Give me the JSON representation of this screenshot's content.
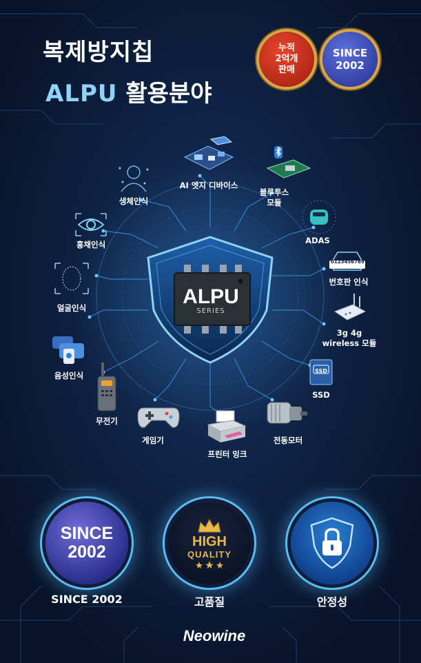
{
  "header": {
    "title_line1": "복제방지칩",
    "title_accent": "ALPU",
    "title_rest": "활용분야"
  },
  "badges": {
    "sales": {
      "line1": "누적",
      "line2": "2억개",
      "line3": "판매"
    },
    "since": {
      "line1": "SINCE",
      "line2": "2002"
    }
  },
  "chip": {
    "name": "ALPU",
    "sub": "SERIES"
  },
  "applications": {
    "ai_edge": "AI 엣지 디바이스",
    "bluetooth_line1": "블루투스",
    "bluetooth_line2": "모듈",
    "biometric": "생체인식",
    "adas": "ADAS",
    "iris": "홍채인식",
    "plate": "번호판 인식",
    "plate_number": "0123456789",
    "face": "얼굴인식",
    "wireless_line1": "3g 4g",
    "wireless_line2": "wireless 모듈",
    "voice": "음성인식",
    "ssd": "SSD",
    "ssd_chip_text": "SSD",
    "radio": "무전기",
    "motor": "전동모터",
    "game": "게임기",
    "printer": "프린터 잉크"
  },
  "features": {
    "since_big1": "SINCE",
    "since_big2": "2002",
    "since_caption": "SINCE 2002",
    "quality_big1": "HIGH",
    "quality_big2": "QUALITY",
    "quality_caption": "고품질",
    "security_caption": "안정성"
  },
  "brand": {
    "logo": "Neowine"
  },
  "colors": {
    "background": "#0b1a33",
    "accent": "#8fd3f6",
    "glow": "#5bbcf0",
    "gold": "#e8b84a"
  }
}
